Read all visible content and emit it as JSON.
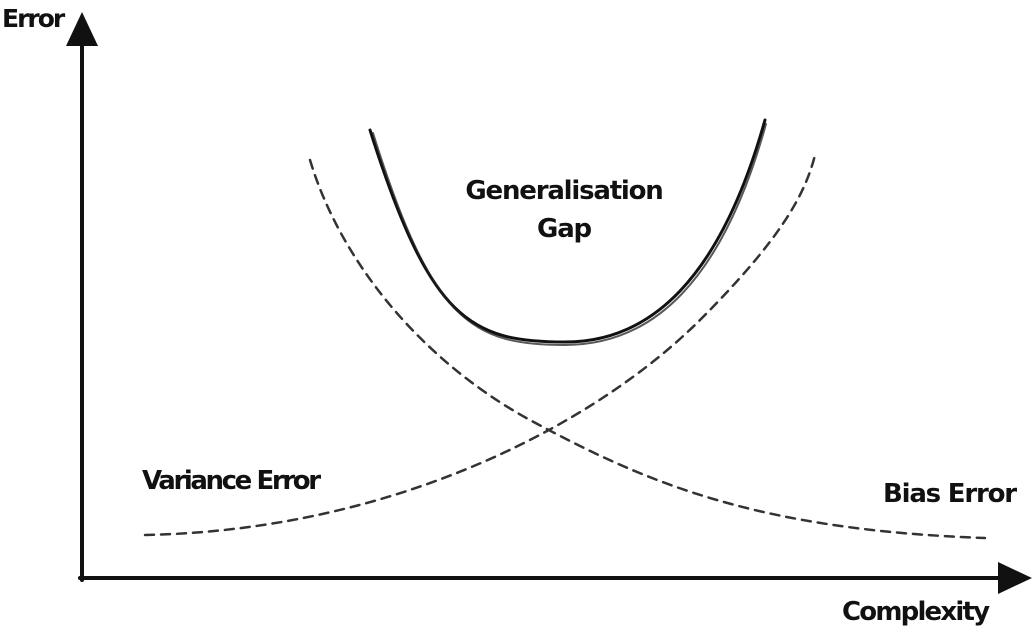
{
  "axes": {
    "y_label": "Error",
    "x_label": "Complexity"
  },
  "curves": {
    "generalisation_gap": {
      "label_lines": [
        "Generalisation",
        "Gap"
      ],
      "style": "solid"
    },
    "variance_error": {
      "label": "Variance Error",
      "style": "dashed"
    },
    "bias_error": {
      "label": "Bias Error",
      "style": "dashed"
    }
  },
  "colors": {
    "ink": "#111111",
    "background": "#ffffff"
  }
}
